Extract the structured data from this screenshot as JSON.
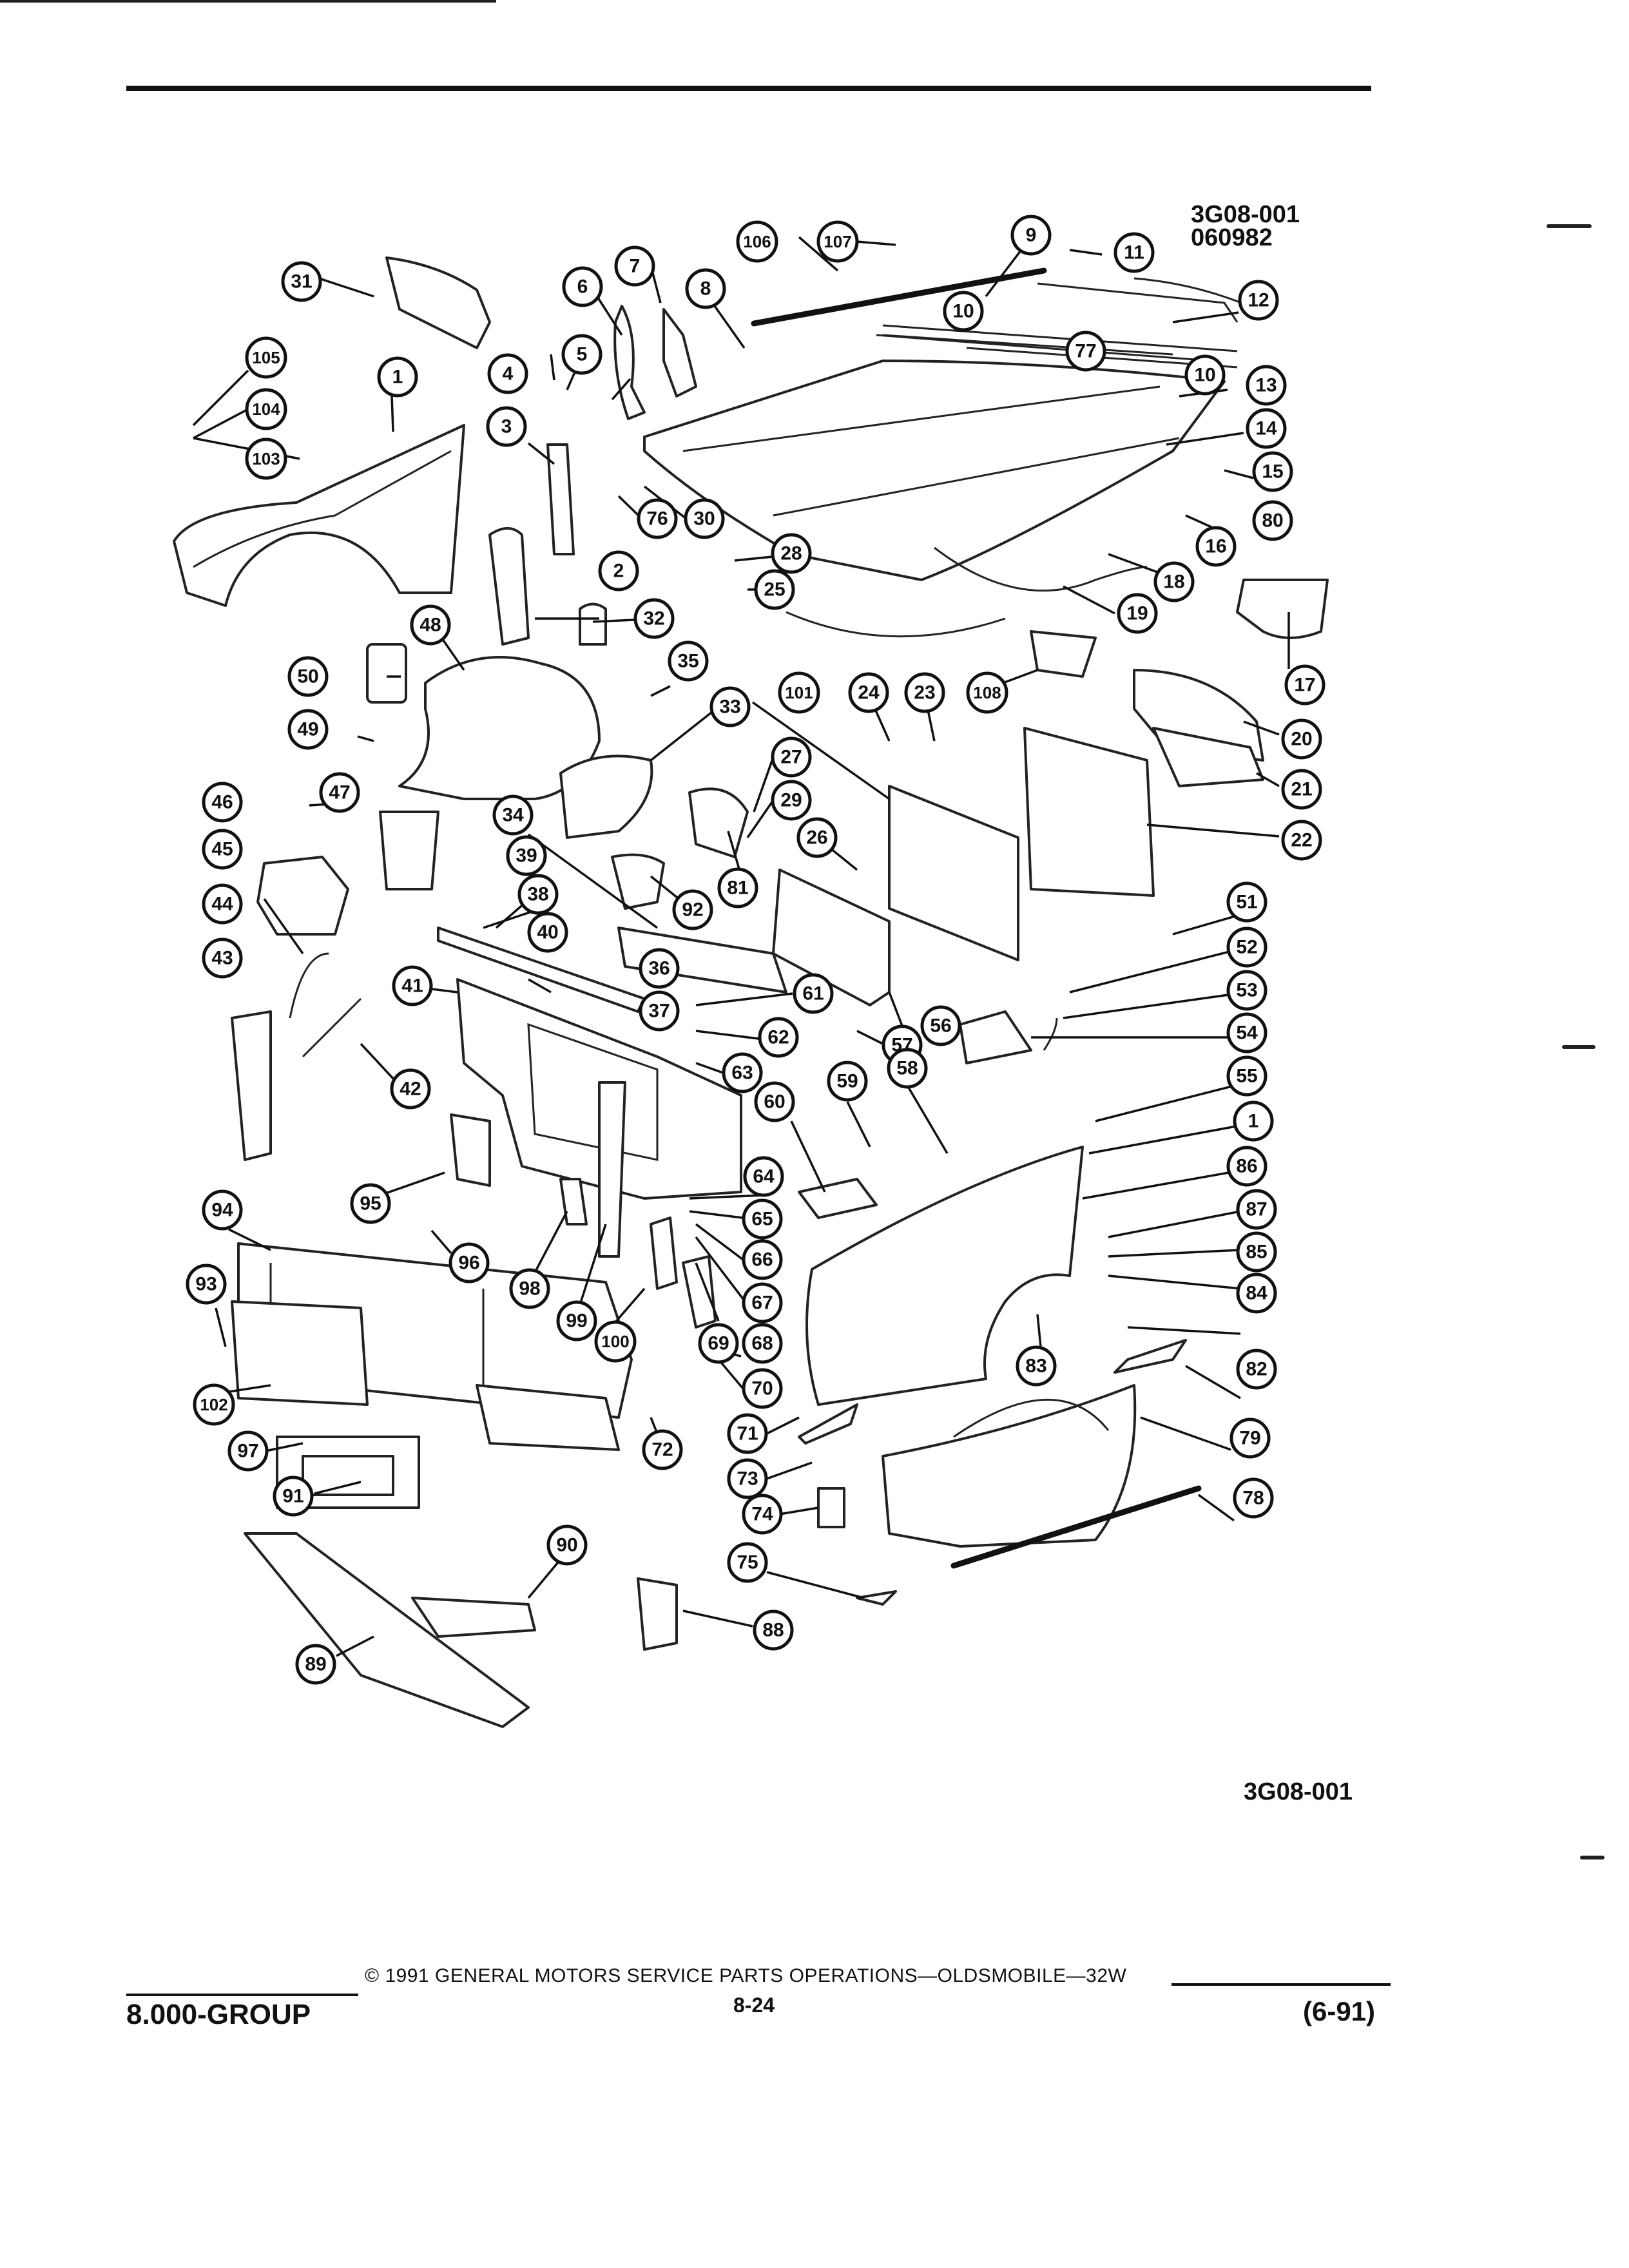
{
  "header": {
    "figure_code": "3G08-001",
    "figure_date": "060982"
  },
  "figure": {
    "bottom_code": "3G08-001"
  },
  "callouts": [
    "1",
    "2",
    "3",
    "4",
    "5",
    "6",
    "7",
    "8",
    "9",
    "10",
    "10",
    "11",
    "12",
    "13",
    "14",
    "15",
    "16",
    "17",
    "18",
    "19",
    "20",
    "21",
    "22",
    "23",
    "24",
    "25",
    "26",
    "27",
    "28",
    "29",
    "30",
    "31",
    "32",
    "33",
    "34",
    "35",
    "36",
    "37",
    "38",
    "39",
    "40",
    "41",
    "42",
    "43",
    "44",
    "45",
    "46",
    "47",
    "48",
    "49",
    "50",
    "51",
    "52",
    "53",
    "54",
    "55",
    "56",
    "57",
    "58",
    "59",
    "60",
    "61",
    "62",
    "63",
    "64",
    "65",
    "66",
    "67",
    "68",
    "69",
    "70",
    "71",
    "72",
    "73",
    "74",
    "75",
    "76",
    "77",
    "78",
    "79",
    "80",
    "81",
    "82",
    "83",
    "84",
    "85",
    "86",
    "87",
    "88",
    "89",
    "90",
    "91",
    "92",
    "93",
    "94",
    "95",
    "96",
    "97",
    "98",
    "99",
    "100",
    "101",
    "102",
    "103",
    "104",
    "105",
    "106",
    "107",
    "108",
    "1"
  ],
  "footer": {
    "group": "8.000-GROUP",
    "copyright": "© 1991 GENERAL MOTORS SERVICE PARTS OPERATIONS—OLDSMOBILE—32W",
    "page": "8-24",
    "date": "(6-91)"
  }
}
